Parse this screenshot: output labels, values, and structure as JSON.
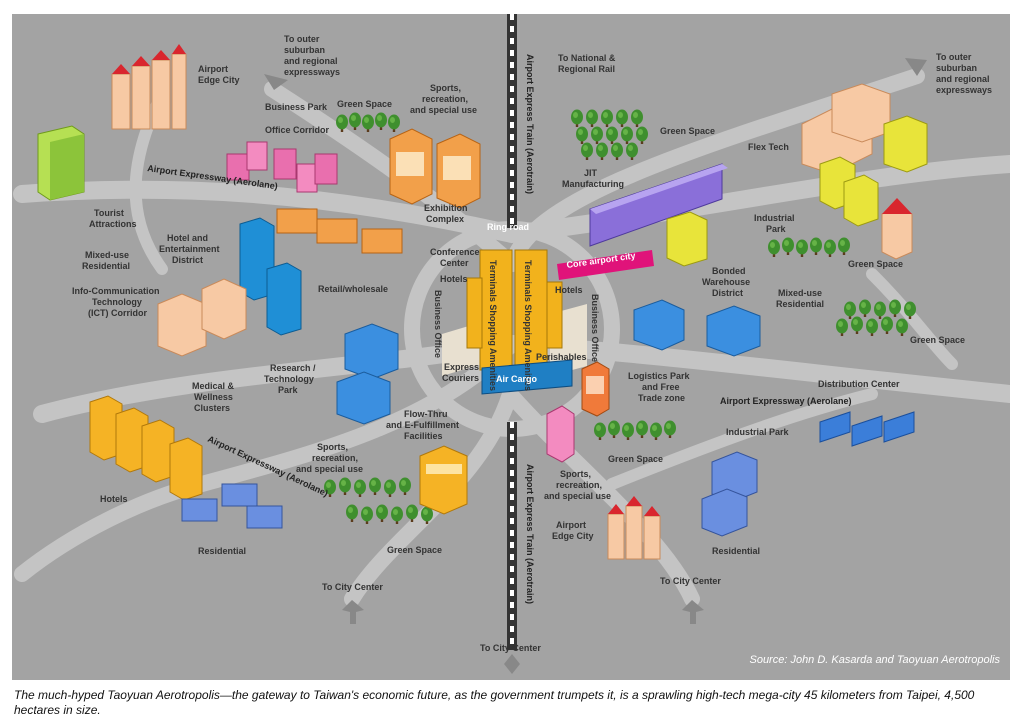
{
  "colors": {
    "background": "#a3a3a3",
    "road": "#c4c4c4",
    "rail_dark": "#333333",
    "terminal": "#f2b21c",
    "air_cargo": "#1f7fc4",
    "core_city": "#e0137a",
    "tree": "#3f8f2e"
  },
  "labels": {
    "airport_edge_city_nw": [
      "Airport",
      "Edge City"
    ],
    "to_outer_nw": [
      "To outer",
      "suburban",
      "and regional",
      "expressways"
    ],
    "business_park": [
      "Business Park"
    ],
    "green_space_n": [
      "Green Space"
    ],
    "sports_n": [
      "Sports,",
      "recreation,",
      "and special use"
    ],
    "office_corridor": [
      "Office Corridor"
    ],
    "tourist_attractions": [
      "Tourist",
      "Attractions"
    ],
    "hotel_entertainment": [
      "Hotel and",
      "Entertainment",
      "District"
    ],
    "mixed_use_w": [
      "Mixed-use",
      "Residential"
    ],
    "ict_corridor": [
      "Info-Communication",
      "Technology",
      "(ICT) Corridor"
    ],
    "exhibition_complex": [
      "Exhibition",
      "Complex"
    ],
    "retail_wholesale": [
      "Retail/wholesale"
    ],
    "research_tech": [
      "Research /",
      "Technology",
      "Park"
    ],
    "medical_wellness": [
      "Medical &",
      "Wellness",
      "Clusters"
    ],
    "flow_thru": [
      "Flow-Thru",
      "and E-Fulfillment",
      "Facilities"
    ],
    "sports_sw": [
      "Sports,",
      "recreation,",
      "and special use"
    ],
    "hotels_sw": [
      "Hotels"
    ],
    "residential_sw": [
      "Residential"
    ],
    "green_space_s": [
      "Green Space"
    ],
    "to_city_center_sw": [
      "To City Center"
    ],
    "to_city_center_bottom": [
      "To City Center"
    ],
    "to_national_rail": [
      "To National &",
      "Regional Rail"
    ],
    "green_space_ne": [
      "Green Space"
    ],
    "jit_manufacturing": [
      "JIT",
      "Manufacturing"
    ],
    "flex_tech": [
      "Flex Tech"
    ],
    "to_outer_ne": [
      "To outer",
      "suburban",
      "and regional",
      "expressways"
    ],
    "industrial_park_ne": [
      "Industrial",
      "Park"
    ],
    "green_space_e1": [
      "Green Space"
    ],
    "bonded_warehouse": [
      "Bonded",
      "Warehouse",
      "District"
    ],
    "mixed_use_e": [
      "Mixed-use",
      "Residential"
    ],
    "green_space_e2": [
      "Green Space"
    ],
    "logistics_park": [
      "Logistics Park",
      "and Free",
      "Trade zone"
    ],
    "distribution_center": [
      "Distribution Center"
    ],
    "industrial_park_e": [
      "Industrial Park"
    ],
    "green_space_se": [
      "Green Space"
    ],
    "sports_se": [
      "Sports,",
      "recreation,",
      "and special use"
    ],
    "airport_edge_city_s": [
      "Airport",
      "Edge City"
    ],
    "residential_se": [
      "Residential"
    ],
    "to_city_center_se": [
      "To City Center"
    ],
    "conference_center": [
      "Conference",
      "Center"
    ],
    "hotels_core_w": [
      "Hotels"
    ],
    "hotels_core_e": [
      "Hotels"
    ],
    "business_office_w": [
      "Business Office"
    ],
    "business_office_e": [
      "Business Office"
    ],
    "express_couriers": [
      "Express",
      "Couriers"
    ],
    "perishables": [
      "Perishables"
    ],
    "ring_road": [
      "Ring road"
    ]
  },
  "road_labels": {
    "expressway_nw": "Airport Expressway (Aerolane)",
    "expressway_sw": "Airport Expressway (Aerolane)",
    "expressway_e": "Airport Expressway (Aerolane)",
    "train_n": "Airport Express Train (Aerotrain)",
    "train_s": "Airport Express Train (Aerotrain)"
  },
  "core": {
    "terminal_1": "Terminals Shopping Amenities",
    "terminal_2": "Terminals Shopping Amenities",
    "air_cargo": "Air Cargo",
    "core_airport_city": "Core airport city"
  },
  "source": "Source: John D. Kasarda and Taoyuan Aerotropolis",
  "caption": "The much-hyped Taoyuan Aerotropolis—the gateway to Taiwan's economic future, as the government trumpets it, is a sprawling high-tech mega-city 45 kilometers from Taipei, 4,500 hectares in size."
}
